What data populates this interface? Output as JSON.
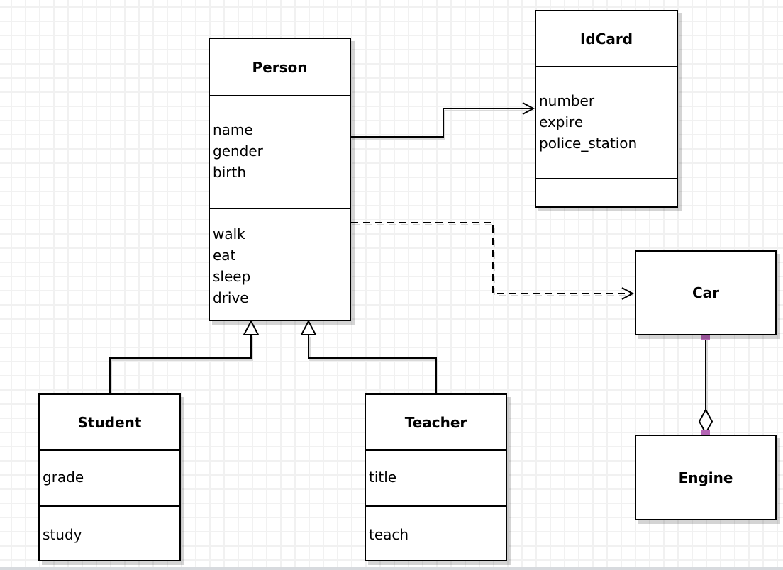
{
  "diagram_type": "uml-class-diagram",
  "colors": {
    "box_fill": "#ffffff",
    "stroke": "#000000",
    "grid_line": "#f1f1f1",
    "shadow": "#cfcfcf",
    "connection_handle": "#b565b5"
  },
  "classes": {
    "person": {
      "title": "Person",
      "attributes": [
        "name",
        "gender",
        "birth"
      ],
      "methods": [
        "walk",
        "eat",
        "sleep",
        "drive"
      ]
    },
    "idcard": {
      "title": "IdCard",
      "attributes": [
        "number",
        "expire",
        "police_station"
      ],
      "methods": []
    },
    "car": {
      "title": "Car"
    },
    "engine": {
      "title": "Engine"
    },
    "student": {
      "title": "Student",
      "attributes": [
        "grade"
      ],
      "methods": [
        "study"
      ]
    },
    "teacher": {
      "title": "Teacher",
      "attributes": [
        "title"
      ],
      "methods": [
        "teach"
      ]
    }
  },
  "relations": [
    {
      "from": "Person",
      "to": "IdCard",
      "type": "association",
      "line": "solid",
      "arrow": "open"
    },
    {
      "from": "Person",
      "to": "Car",
      "type": "dependency",
      "line": "dashed",
      "arrow": "open"
    },
    {
      "from": "Student",
      "to": "Person",
      "type": "generalization",
      "line": "solid",
      "arrow": "hollow-triangle"
    },
    {
      "from": "Teacher",
      "to": "Person",
      "type": "generalization",
      "line": "solid",
      "arrow": "hollow-triangle"
    },
    {
      "from": "Car",
      "to": "Engine",
      "type": "aggregation",
      "line": "solid",
      "arrow": "hollow-diamond"
    }
  ]
}
